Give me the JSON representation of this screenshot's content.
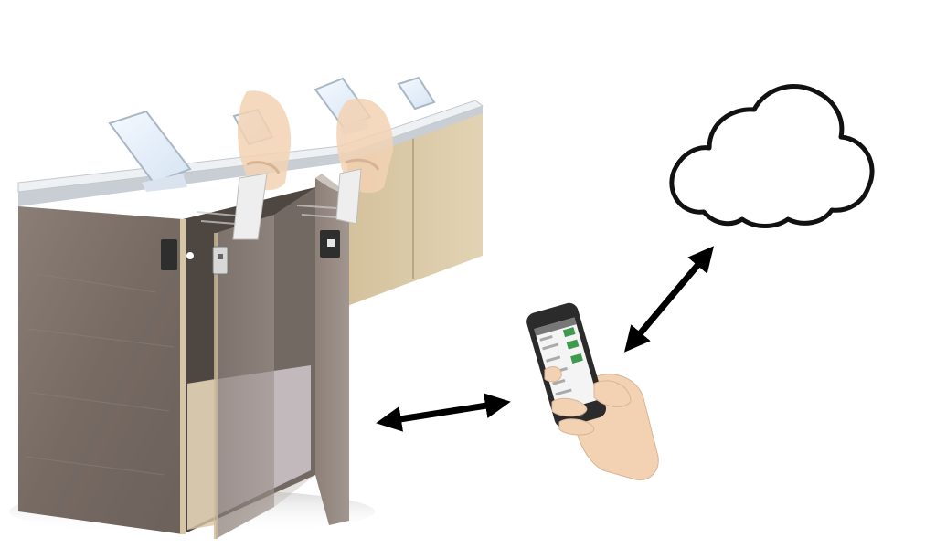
{
  "diagram": {
    "nodes": [
      {
        "id": "cabinet",
        "icon": "locker-cabinet-icon"
      },
      {
        "id": "phone",
        "icon": "smartphone-in-hand-icon"
      },
      {
        "id": "cloud",
        "icon": "cloud-icon"
      }
    ],
    "edges": [
      {
        "from": "cabinet",
        "to": "phone",
        "style": "double-arrow",
        "color": "#000000"
      },
      {
        "from": "phone",
        "to": "cloud",
        "style": "double-arrow",
        "color": "#000000"
      }
    ],
    "colors": {
      "cabinet_side": "#7d716b",
      "cabinet_front": "#d9c7a4",
      "countertop": "#eef1f4",
      "skin": "#f2d2b3",
      "phone_body": "#2b2b2b",
      "cloud_stroke": "#111111"
    }
  }
}
